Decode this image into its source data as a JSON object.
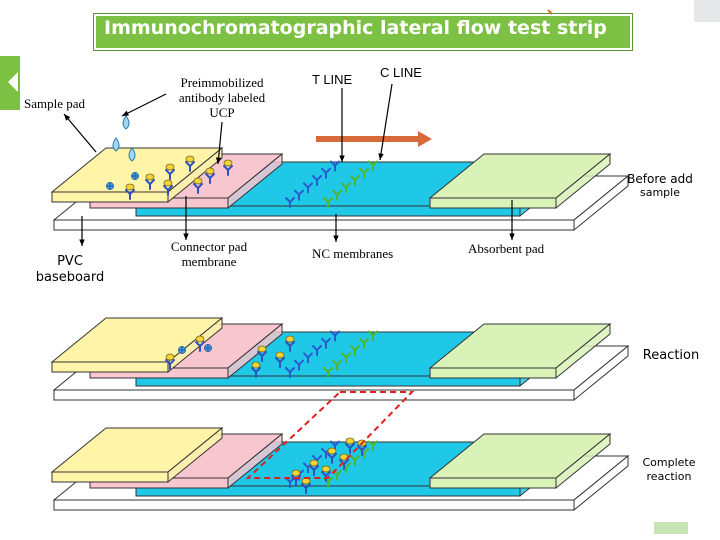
{
  "title": "Immunochromatographic lateral flow test strip",
  "labels": {
    "sample_pad": "Sample pad",
    "preimmobilized": [
      "Preimmobilized",
      "antibody labeled",
      "UCP"
    ],
    "t_line": "T LINE",
    "c_line": "C LINE",
    "before_add": [
      "Before add",
      "sample"
    ],
    "pvc": [
      "PVC",
      "baseboard"
    ],
    "connector": [
      "Connector pad",
      "membrane"
    ],
    "nc": "NC membranes",
    "absorbent": "Absorbent pad",
    "reaction": "Reaction",
    "complete": [
      "Complete",
      "reaction"
    ]
  },
  "colors": {
    "title_bg": "#7cc144",
    "sample_pad": "#fff4a8",
    "conjugate_pad": "#f7c6cf",
    "nc_membrane": "#1ec8e6",
    "absorbent_pad": "#d8f2b8",
    "base": "#ffffff",
    "flow_arrow": "#d86a3a",
    "dashed": "#e02020"
  }
}
